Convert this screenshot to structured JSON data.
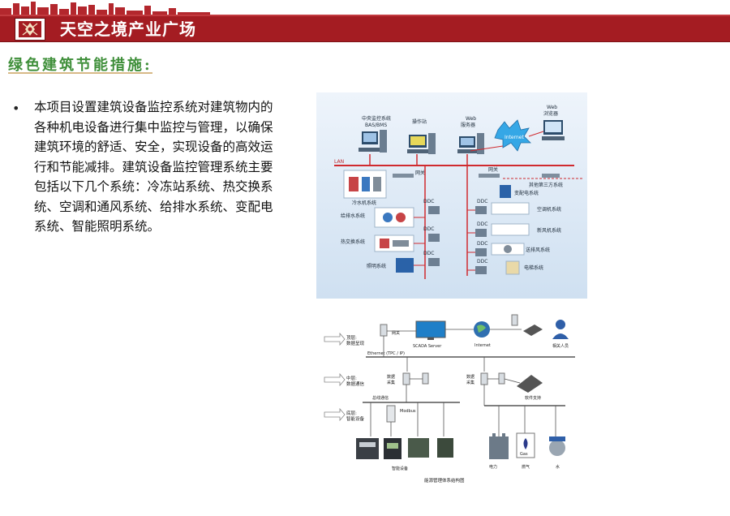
{
  "header": {
    "title": "天空之境产业广场",
    "accent_color": "#a41c22",
    "logo_icon": "crest-logo-icon"
  },
  "section": {
    "heading": "绿色建筑节能措施:"
  },
  "body": {
    "bullet": "•",
    "lines": [
      "本项目设置建筑设备监控系统对建筑物内的",
      "各种机电设备进行集中监控与管理，以确保",
      "建筑环境的舒适、安全，实现设备的高效运",
      "行和节能减排。建筑设备监控管理系统主要",
      "包括以下几个系统：冷冻站系统、热交换系",
      "统、空调和通风系统、给排水系统、变配电",
      "系统、智能照明系统。"
    ]
  },
  "diagram1": {
    "central_system": "中央监控系统",
    "bas_bms": "BAS/BMS",
    "workstation": "操作站",
    "web_server_a": "Web",
    "web_server_b": "服务器",
    "web_browser_a": "Web",
    "web_browser_b": "浏览器",
    "internet": "Internet",
    "lan": "LAN",
    "gateway1": "网关",
    "gateway2": "网关",
    "third_party": "其他第三方系统",
    "substation": "变配电系统",
    "chiller": "冷水机系统",
    "water": "给排水系统",
    "heat_exchange": "热交换系统",
    "lighting": "照明系统",
    "ac": "空调机系统",
    "fresh_air": "新风机系统",
    "exhaust": "送排风系统",
    "elevator": "电梯系统",
    "ddc": "DDC"
  },
  "diagram2": {
    "top_layer_a": "顶层:",
    "top_layer_b": "数据呈现",
    "mid_layer_a": "中层:",
    "mid_layer_b": "数据通信",
    "bottom_layer_a": "底层:",
    "bottom_layer_b": "智能设备",
    "gateway": "网关",
    "scada": "SCADA Server",
    "internet": "Internet",
    "related_staff": "相关人员",
    "ethernet": "Ethernet (TPC / IP)",
    "data_collect_a": "数据",
    "data_collect_b": "采集",
    "software_support": "软件支持",
    "bus": "总线通信",
    "modbus": "Modbus",
    "smart_devices": "智能设备",
    "power": "电力",
    "gas": "燃气",
    "water": "水",
    "gas_meter": "Gas",
    "caption": "能源管理体系结构图"
  }
}
